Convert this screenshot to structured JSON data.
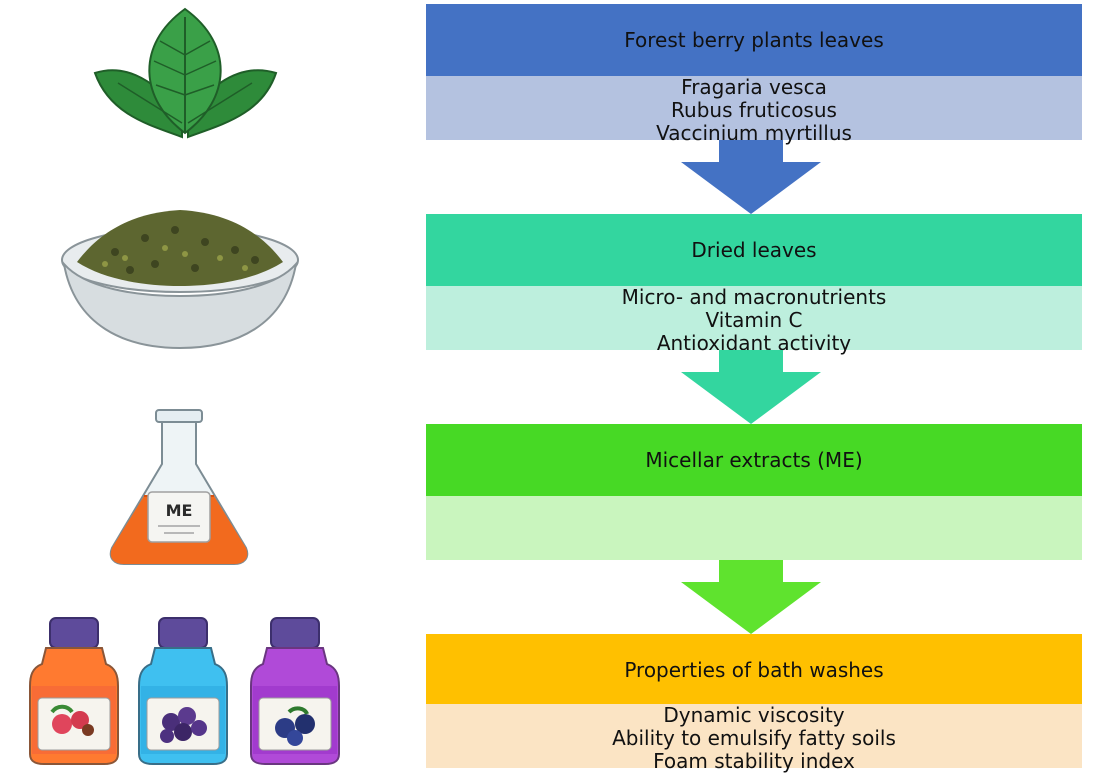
{
  "stages": [
    {
      "title": "Forest berry plants leaves",
      "details": [
        "Fragaria vesca",
        "Rubus fruticosus",
        "Vaccinium myrtillus"
      ],
      "header_color": "#4472C4",
      "detail_color": "#B4C2E0",
      "arrow_color": "#4472C4"
    },
    {
      "title": "Dried leaves",
      "details": [
        "Micro- and macronutrients",
        "Vitamin C",
        "Antioxidant activity"
      ],
      "header_color": "#33D69F",
      "detail_color": "#BDEFDD",
      "arrow_color": "#33D69F"
    },
    {
      "title": "Micellar extracts (ME)",
      "details": [],
      "header_color": "#47D925",
      "detail_color": "#C9F5BE",
      "arrow_color": "#5FE32E"
    },
    {
      "title": "Properties of bath washes",
      "details": [
        "Dynamic viscosity",
        "Ability to emulsify fatty soils",
        "Foam stability index"
      ],
      "header_color": "#FFC000",
      "detail_color": "#FBE4C4"
    }
  ],
  "illustrations": {
    "leaf": "leaf-icon",
    "bowl": "dried-leaves-bowl-icon",
    "flask": "flask-icon",
    "flask_label": "ME",
    "bottles": [
      "orange-bottle-icon",
      "blue-bottle-icon",
      "purple-bottle-icon"
    ]
  }
}
